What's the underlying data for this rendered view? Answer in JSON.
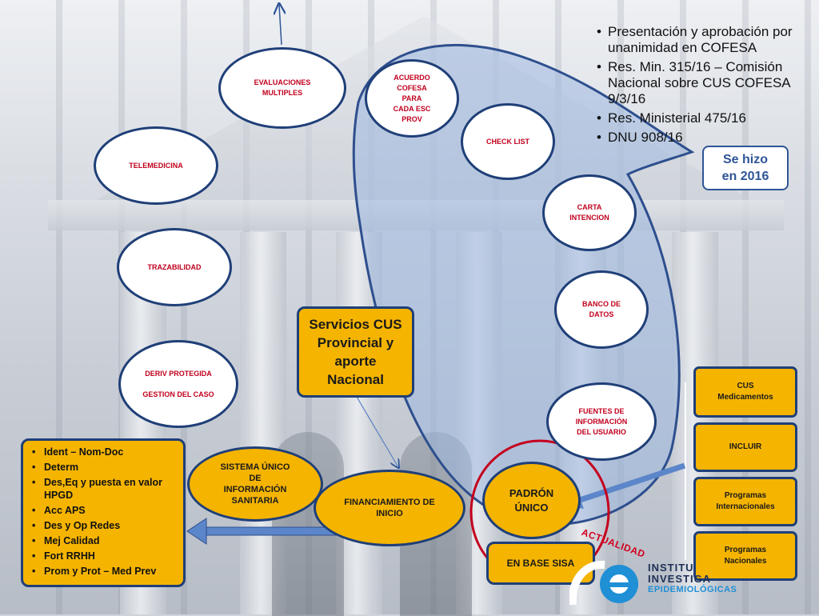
{
  "top_bullets": [
    "Presentación y aprobación por unanimidad en COFESA",
    "Res. Min. 315/16 – Comisión Nacional sobre CUS COFESA 9/3/16",
    "Res. Ministerial 475/16",
    "DNU 908/16"
  ],
  "note": "Se hizo\nen 2016",
  "left_nodes": {
    "evaluaciones": "EVALUACIONES\nMULTIPLES",
    "telemedicina": "TELEMEDICINA",
    "trazabilidad": "TRAZABILIDAD",
    "deriv": "DERIV PROTEGIDA\n\nGESTION DEL CASO"
  },
  "chain_nodes": {
    "acuerdo": "ACUERDO\nCOFESA\nPARA\nCADA  ESC\nPROV",
    "checklist": "CHECK LIST",
    "carta": "CARTA\nINTENCION",
    "banco": "BANCO DE\nDATOS",
    "fuentes": "FUENTES DE\nINFORMACIÓN\nDEL USUARIO"
  },
  "center_box": "Servicios CUS\nProvincial y\naporte\nNacional",
  "sistema": "SISTEMA ÚNICO\nDE\nINFORMACIÓN\nSANITARIA",
  "financiamiento": "FINANCIAMIENTO DE\nINICIO",
  "padron": "PADRÓN\nÚNICO",
  "sisa": "EN BASE SISA",
  "actualidad": "ACTUALIDAD",
  "right_boxes": [
    "CUS\nMedicamentos",
    "INCLUIR",
    "Programas\nInternacionales",
    "Programas\nNacionales"
  ],
  "left_list": [
    "Ident – Nom-Doc",
    "Determ",
    "Des,Eq y puesta en valor HPGD",
    "Acc APS",
    "Des y Op Redes",
    "Mej Calidad",
    "Fort RRHH",
    "Prom y Prot – Med Prev"
  ],
  "logo": {
    "line1": "INSTITU",
    "line2": "INVESTIGA",
    "line3": "EPIDEMIOLÓGICAS"
  },
  "colors": {
    "gold": "#f5b400",
    "navy": "#1f3f78",
    "red_text": "#c0001d",
    "blue_region": "#9fb8e0"
  }
}
